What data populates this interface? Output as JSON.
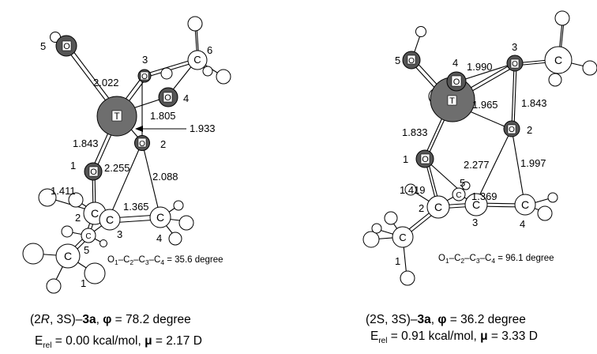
{
  "left": {
    "caption_line1": {
      "config_a": "2",
      "config_a_letter": "R",
      "config_b": "3S",
      "compound": "3a",
      "phi_symbol": "φ",
      "phi_value": "78.2 degree"
    },
    "caption_line2": {
      "erel_label": "E",
      "erel_sub": "rel",
      "erel_value": "0.00 kcal/mol",
      "mu_symbol": "μ",
      "mu_value": "2.17 D"
    },
    "dihedral": {
      "o": "O",
      "o_sub": "1",
      "c2": "C",
      "c2_sub": "2",
      "c3": "C",
      "c3_sub": "3",
      "c4": "C",
      "c4_sub": "4",
      "value": "35.6 degree"
    },
    "distances": [
      "2.022",
      "1.805",
      "1.933",
      "1.843",
      "2.255",
      "2.088",
      "1.411",
      "1.365"
    ],
    "atom_numbers": [
      "5",
      "3",
      "6",
      "4",
      "2",
      "1",
      "2",
      "5",
      "3",
      "4",
      "1"
    ]
  },
  "right": {
    "caption_line1": {
      "config_a": "2S,",
      "config_b": "3S",
      "compound": "3a",
      "phi_symbol": "φ",
      "phi_value": "36.2 degree"
    },
    "caption_line2": {
      "erel_label": "E",
      "erel_sub": "rel",
      "erel_value": "0.91 kcal/mol",
      "mu_symbol": "μ",
      "mu_value": "3.33 D"
    },
    "dihedral": {
      "o": "O",
      "o_sub": "1",
      "c2": "C",
      "c2_sub": "2",
      "c3": "C",
      "c3_sub": "3",
      "c4": "C",
      "c4_sub": "4",
      "value": "96.1 degree"
    },
    "distances": [
      "1.990",
      "1.965",
      "1.843",
      "1.833",
      "2.277",
      "1.997",
      "1.419",
      "1.369"
    ],
    "atom_numbers": [
      "5",
      "4",
      "3",
      "2",
      "1",
      "5",
      "2",
      "3",
      "4",
      "1"
    ]
  },
  "atom_labels": {
    "O": "O",
    "C": "C",
    "T": "T"
  },
  "colors": {
    "dark_atom": "#555555",
    "ti_atom": "#6e6e6e",
    "hydrogen": "#ffffff",
    "bond": "#000000"
  }
}
